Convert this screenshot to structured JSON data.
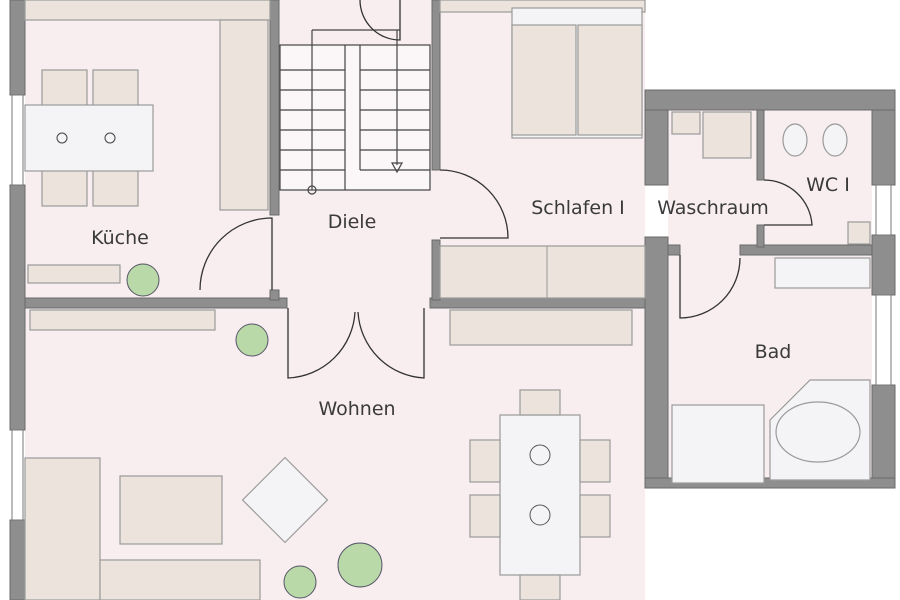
{
  "plan": {
    "rooms": {
      "kueche": "Küche",
      "diele": "Diele",
      "schlafen": "Schlafen I",
      "waschraum": "Waschraum",
      "wc": "WC I",
      "bad": "Bad",
      "wohnen": "Wohnen"
    },
    "colors": {
      "wall": "#8e8e8e",
      "floor": "#f8eef0",
      "furniture": "#ece4dc",
      "plant": "#b9d9a8"
    }
  }
}
